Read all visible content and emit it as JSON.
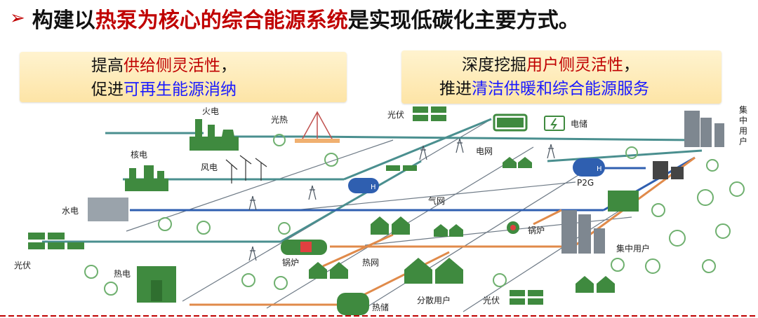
{
  "title": {
    "arrow": "➢",
    "part1": "构建以",
    "highlight": "热泵为核心的综合能源系统",
    "part2": "是实现低碳化主要方式。"
  },
  "box_left": {
    "line1_prefix": "提高",
    "line1_red": "供给侧灵活性",
    "line1_suffix": "，",
    "line2_prefix": "促进",
    "line2_blue": "可再生能源消纳"
  },
  "box_right": {
    "line1_prefix": "深度挖掘",
    "line1_red": "用户侧灵活性",
    "line1_suffix": "，",
    "line2_prefix": "推进",
    "line2_blue": "清洁供暖和综合能源服务"
  },
  "labels": {
    "thermal_power": "火电",
    "solar_thermal": "光热",
    "pv_top": "光伏",
    "storage": "电储",
    "nuclear": "核电",
    "wind": "风电",
    "grid": "电网",
    "p2g": "P2G",
    "hydro": "水电",
    "gas_grid": "气网",
    "boiler_left": "锅炉",
    "boiler_right": "锅炉",
    "pv_left": "光伏",
    "chp": "热电",
    "heat_grid": "热网",
    "central_user_mid": "集中用户",
    "central_user_top": "集中用户",
    "heat_storage": "热储",
    "distributed_user": "分散用户",
    "pv_bottom": "光伏"
  },
  "colors": {
    "accent_red": "#c00000",
    "accent_blue": "#1a1aff",
    "building_green": "#3f8a3f",
    "power_line": "#4a8f8f",
    "gas_line": "#2f5fb0",
    "heat_line": "#e08a4a"
  }
}
